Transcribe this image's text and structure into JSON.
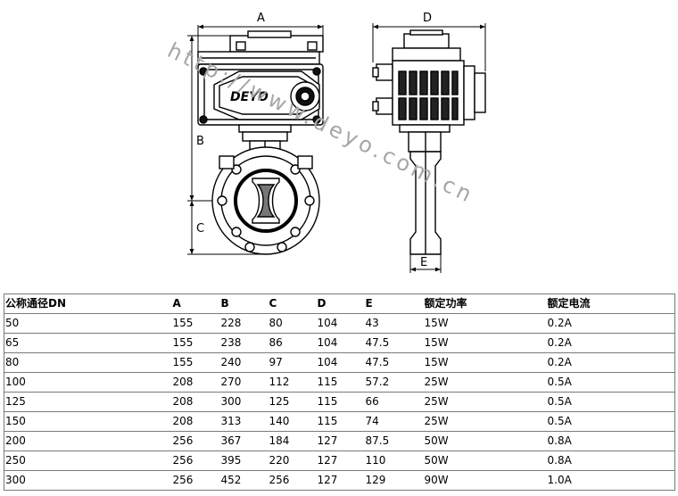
{
  "drawing": {
    "dimension_labels": {
      "A": "A",
      "B": "B",
      "C": "C",
      "D": "D",
      "E": "E"
    },
    "brand": "DEYO",
    "watermark": "http://www.deyo.com.cn"
  },
  "table": {
    "headers": [
      "公称通径DN",
      "A",
      "B",
      "C",
      "D",
      "E",
      "额定功率",
      "额定电流"
    ],
    "rows": [
      [
        "50",
        "155",
        "228",
        "80",
        "104",
        "43",
        "15W",
        "0.2A"
      ],
      [
        "65",
        "155",
        "238",
        "86",
        "104",
        "47.5",
        "15W",
        "0.2A"
      ],
      [
        "80",
        "155",
        "240",
        "97",
        "104",
        "47.5",
        "15W",
        "0.2A"
      ],
      [
        "100",
        "208",
        "270",
        "112",
        "115",
        "57.2",
        "25W",
        "0.5A"
      ],
      [
        "125",
        "208",
        "300",
        "125",
        "115",
        "66",
        "25W",
        "0.5A"
      ],
      [
        "150",
        "208",
        "313",
        "140",
        "115",
        "74",
        "25W",
        "0.5A"
      ],
      [
        "200",
        "256",
        "367",
        "184",
        "127",
        "87.5",
        "50W",
        "0.8A"
      ],
      [
        "250",
        "256",
        "395",
        "220",
        "127",
        "110",
        "50W",
        "0.8A"
      ],
      [
        "300",
        "256",
        "452",
        "256",
        "127",
        "129",
        "90W",
        "1.0A"
      ]
    ]
  }
}
